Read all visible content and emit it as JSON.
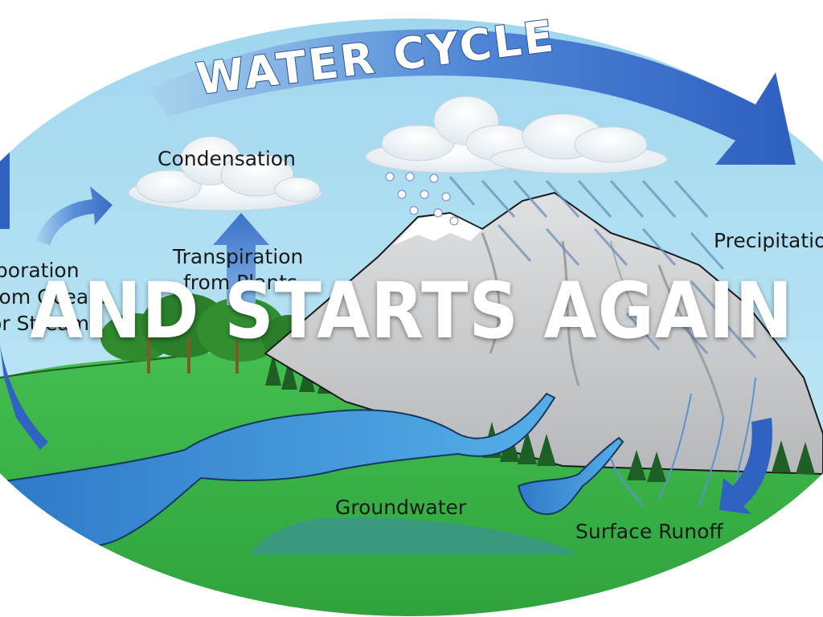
{
  "diagram": {
    "title": "WATER CYCLE",
    "labels": {
      "condensation": "Condensation",
      "transpiration": "Transpiration",
      "transpiration_line2": "from Plants",
      "evaporation_line1": "Evaporation",
      "evaporation_line2": "from Oceans",
      "evaporation_line3": "Lakes, or Streams",
      "precipitation": "Precipitation",
      "groundwater": "Groundwater",
      "surface_runoff": "Surface Runoff"
    }
  },
  "overlay": {
    "text": "AND STARTS AGAIN"
  },
  "colors": {
    "sky": "#a8dcef",
    "ground": "#3cb84a",
    "water": "#3d87d4",
    "arrow": "#3a6ec8",
    "mountain": "#c9cacc"
  }
}
